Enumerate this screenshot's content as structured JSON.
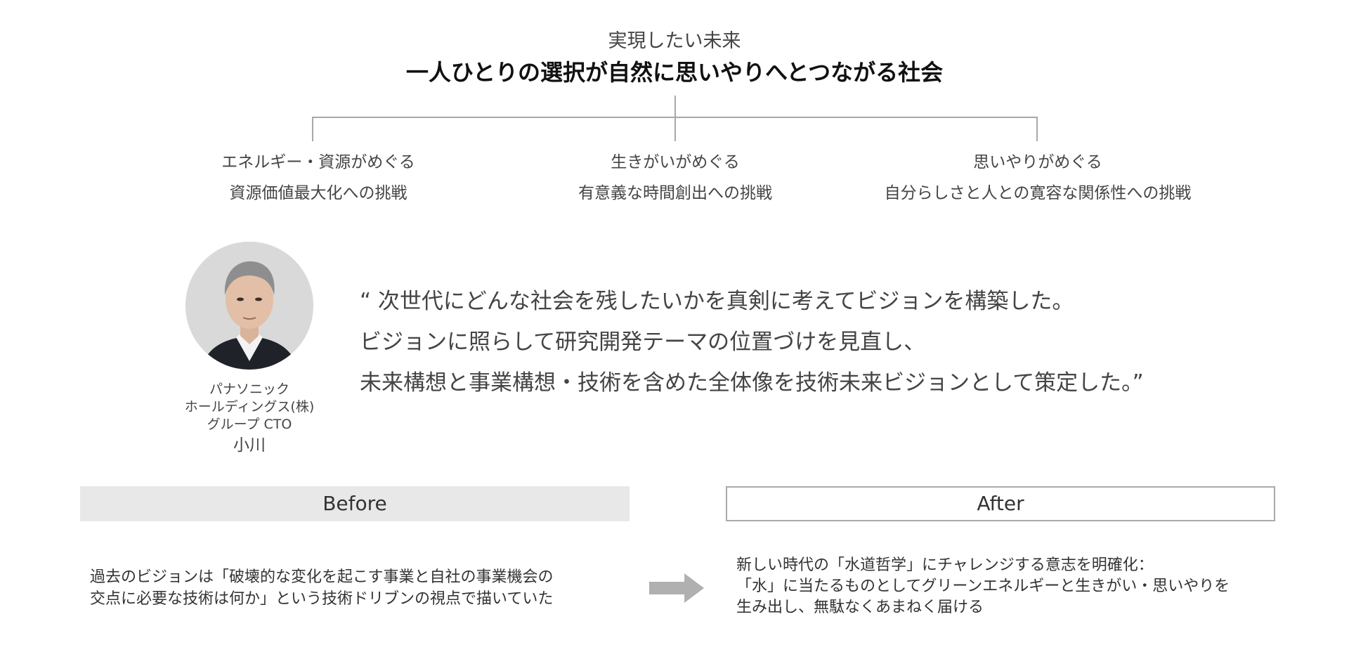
{
  "header": {
    "sub_heading": "実現したい未来",
    "main_heading": "一人ひとりの選択が自然に思いやりへとつながる社会"
  },
  "pillars": [
    {
      "title": "エネルギー・資源がめぐる",
      "description": "資源価値最大化への挑戦"
    },
    {
      "title": "生きがいがめぐる",
      "description": "有意義な時間創出への挑戦"
    },
    {
      "title": "思いやりがめぐる",
      "description": "自分らしさと人との寛容な関係性への挑戦"
    }
  ],
  "person": {
    "company_line1": "パナソニック",
    "company_line2": "ホールディングス(株)",
    "role": "グループ CTO",
    "name": "小川"
  },
  "quote": {
    "line1": "“ 次世代にどんな社会を残したいかを真剣に考えてビジョンを構築した。",
    "line2": "ビジョンに照らして研究開発テーマの位置づけを見直し、",
    "line3": "未来構想と事業構想・技術を含めた全体像を技術未来ビジョンとして策定した。”"
  },
  "comparison": {
    "before_label": "Before",
    "after_label": "After",
    "before_text_line1": "過去のビジョンは「破壊的な変化を起こす事業と自社の事業機会の",
    "before_text_line2": "交点に必要な技術は何か」という技術ドリブンの視点で描いていた",
    "after_text_line1": "新しい時代の「水道哲学」にチャレンジする意志を明確化：",
    "after_text_line2": "「水」に当たるものとしてグリーンエネルギーと生きがい・思いやりを",
    "after_text_line3": "生み出し、無駄なくあまねく届ける"
  },
  "colors": {
    "connector_line": "#a8a8a8",
    "before_fill": "#e8e8e8",
    "after_border": "#aaaaaa",
    "arrow": "#b0b0b0"
  },
  "icons": {
    "arrow": "right-arrow-icon",
    "avatar": "person-portrait"
  }
}
